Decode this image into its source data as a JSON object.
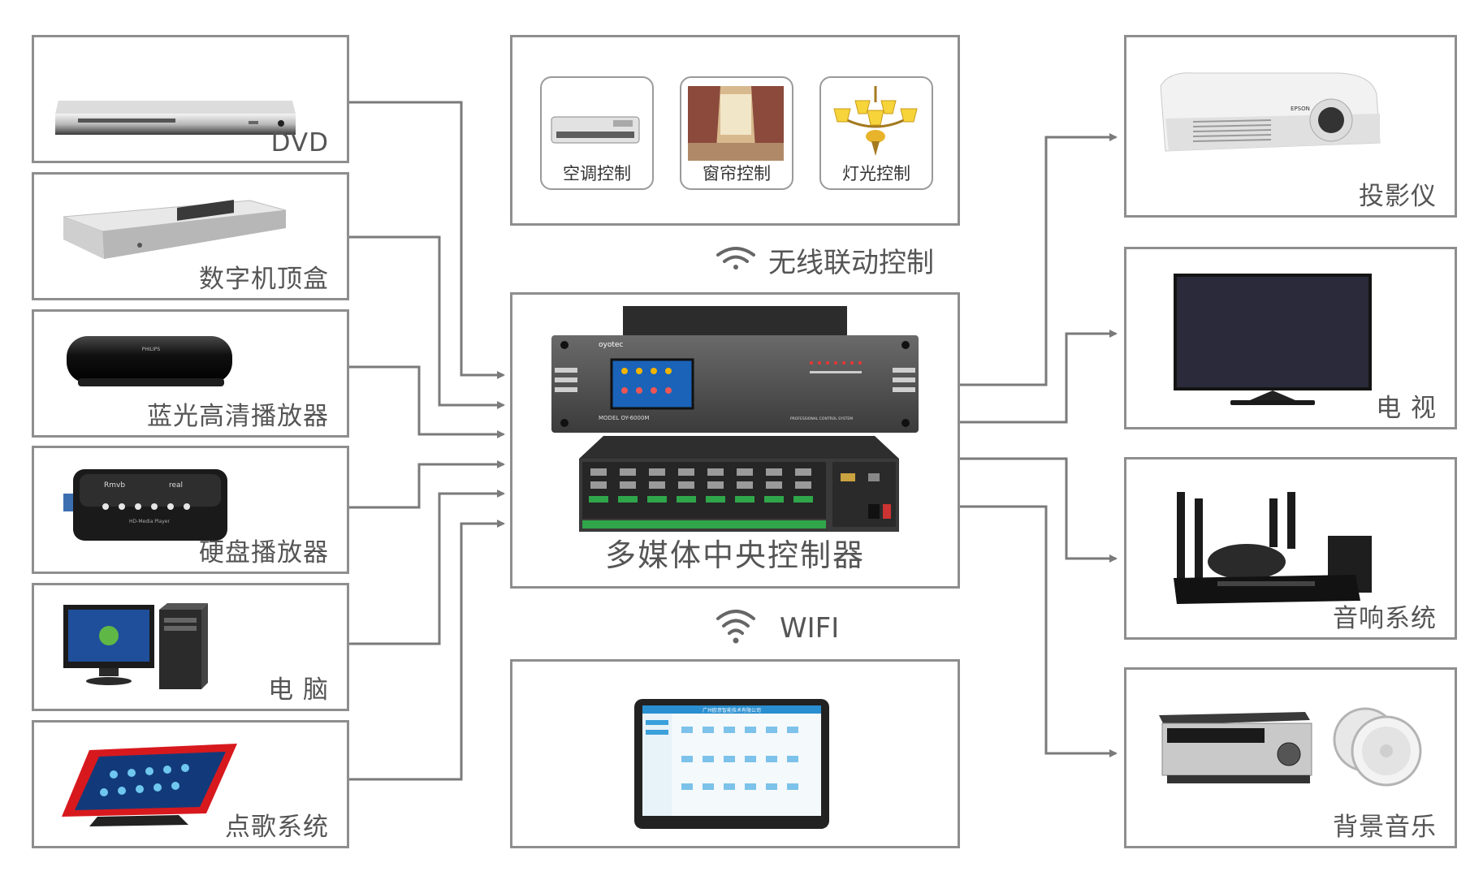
{
  "inputs": [
    {
      "id": "dvd",
      "label": "DVD",
      "icon": "dvd-player-icon"
    },
    {
      "id": "stb",
      "label": "数字机顶盒",
      "icon": "set-top-box-icon"
    },
    {
      "id": "bluray",
      "label": "蓝光高清播放器",
      "icon": "blu-ray-player-icon"
    },
    {
      "id": "hdd",
      "label": "硬盘播放器",
      "icon": "hdd-media-player-icon"
    },
    {
      "id": "pc",
      "label": "电 脑",
      "icon": "desktop-computer-icon"
    },
    {
      "id": "ktv",
      "label": "点歌系统",
      "icon": "karaoke-touch-panel-icon"
    }
  ],
  "environment": {
    "tiles": [
      {
        "label": "空调控制",
        "icon": "air-conditioner-icon"
      },
      {
        "label": "窗帘控制",
        "icon": "curtain-icon"
      },
      {
        "label": "灯光控制",
        "icon": "chandelier-icon"
      }
    ]
  },
  "wireless_caption": "无线联动控制",
  "controller": {
    "title": "多媒体中央控制器",
    "model_text": "MODEL  OY-6000M",
    "brand_text": "oyotec",
    "panel_text": "PROFESSIONAL CONTROL SYSTEM"
  },
  "wifi_caption": "WIFI",
  "tablet": {
    "header": "广州欧意智能技术有限公司"
  },
  "outputs": [
    {
      "id": "projector",
      "label": "投影仪",
      "icon": "projector-icon",
      "brand": "EPSON"
    },
    {
      "id": "tv",
      "label": "电 视",
      "icon": "television-icon"
    },
    {
      "id": "audio",
      "label": "音响系统",
      "icon": "home-theater-speakers-icon"
    },
    {
      "id": "bgm",
      "label": "背景音乐",
      "icon": "background-music-amplifier-icon"
    }
  ],
  "colors": {
    "border": "#8e8e8e",
    "wire": "#7a7a7a",
    "text": "#555555"
  }
}
